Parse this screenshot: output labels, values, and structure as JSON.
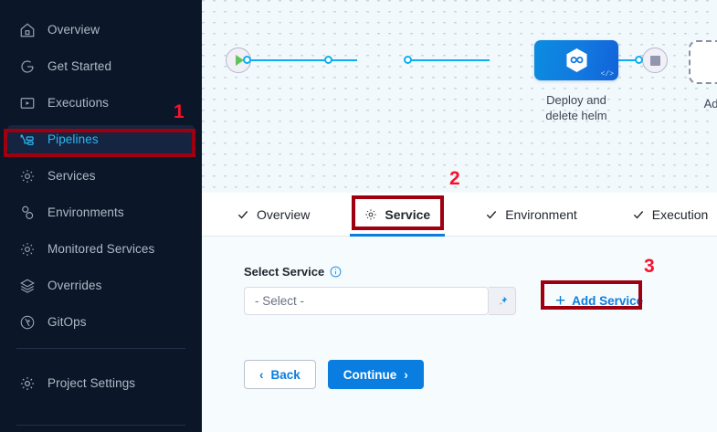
{
  "sidebar": {
    "items": [
      {
        "label": "Overview",
        "icon": "home-icon",
        "active": false
      },
      {
        "label": "Get Started",
        "icon": "get-started-icon",
        "active": false
      },
      {
        "label": "Executions",
        "icon": "executions-icon",
        "active": false
      },
      {
        "label": "Pipelines",
        "icon": "pipelines-icon",
        "active": true
      },
      {
        "label": "Services",
        "icon": "services-gear-icon",
        "active": false
      },
      {
        "label": "Environments",
        "icon": "environments-icon",
        "active": false
      },
      {
        "label": "Monitored Services",
        "icon": "monitored-services-icon",
        "active": false
      },
      {
        "label": "Overrides",
        "icon": "overrides-layers-icon",
        "active": false
      },
      {
        "label": "GitOps",
        "icon": "gitops-icon",
        "active": false
      }
    ],
    "footer_item": {
      "label": "Project Settings",
      "icon": "project-settings-gear-icon"
    }
  },
  "canvas": {
    "start_node": {
      "icon": "play-icon",
      "name": "pipeline-start"
    },
    "end_node": {
      "icon": "stop-square-icon",
      "name": "pipeline-end"
    },
    "stage": {
      "label": "Deploy and\ndelete helm",
      "label_line1": "Deploy and",
      "label_line2": "delete helm",
      "icon": "helm-hexagon-icon",
      "code_glyph": "</>"
    },
    "add_stage": {
      "label": "Add Stage",
      "icon": "plus-icon"
    }
  },
  "tabs": [
    {
      "label": "Overview",
      "icon": "check-icon",
      "active": false
    },
    {
      "label": "Service",
      "icon": "gear-icon",
      "active": true
    },
    {
      "label": "Environment",
      "icon": "check-icon",
      "active": false
    },
    {
      "label": "Execution",
      "icon": "check-icon",
      "active": false
    }
  ],
  "form": {
    "select_service_label": "Select Service",
    "info_icon": "info-circle-icon",
    "select_placeholder": "- Select -",
    "pin_icon": "pin-icon",
    "add_service_label": "Add Service",
    "add_service_plus": "+",
    "back_label": "Back",
    "continue_label": "Continue",
    "back_chevron": "‹",
    "continue_chevron": "›"
  },
  "annotations": [
    {
      "number": "1",
      "target": "sidebar-item-pipelines"
    },
    {
      "number": "2",
      "target": "tab-service"
    },
    {
      "number": "3",
      "target": "add-service-link"
    }
  ],
  "colors": {
    "sidebar_bg": "#0b1628",
    "sidebar_active_bg": "#152440",
    "sidebar_active_text": "#29b8f5",
    "accent_blue": "#0a7ee0",
    "edge_blue": "#0aaff1",
    "annotation_red": "#9e0010",
    "annotation_number_red": "#f5122b",
    "canvas_bg": "#f2f9fd",
    "form_bg": "#f6fbfe"
  }
}
